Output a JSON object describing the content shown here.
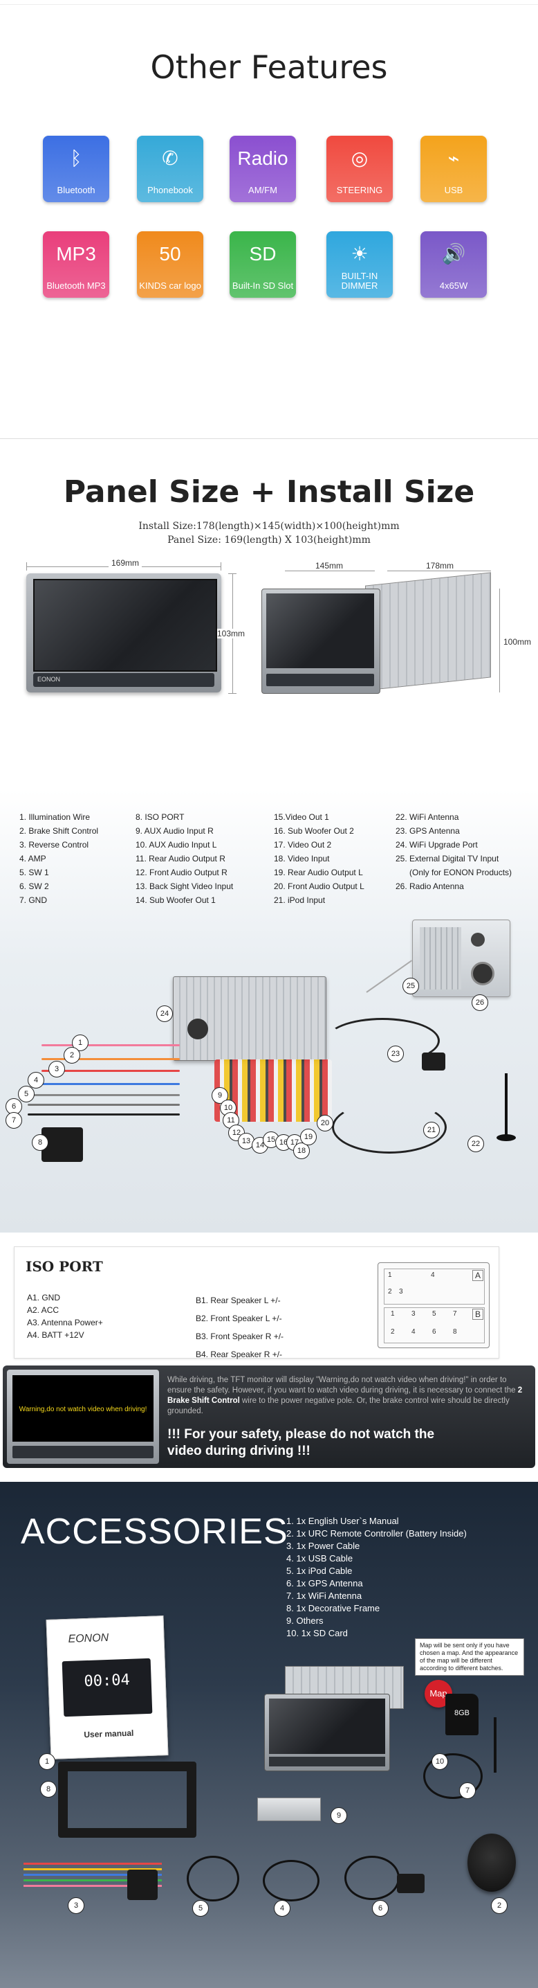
{
  "features": {
    "title": "Other Features",
    "icons": [
      {
        "name": "bluetooth-icon",
        "top": "",
        "label": "Bluetooth",
        "color": "#3c6fe3"
      },
      {
        "name": "phone-icon",
        "top": "",
        "label": "Phonebook",
        "color": "#35a9d8"
      },
      {
        "name": "radio-icon",
        "top": "Radio",
        "label": "AM/FM",
        "color": "#8b4fd0"
      },
      {
        "name": "steering-icon",
        "top": "",
        "label": "STEERING",
        "color": "#f04a3f"
      },
      {
        "name": "usb-icon",
        "top": "",
        "label": "USB",
        "color": "#f4a31c"
      },
      {
        "name": "mp3-icon",
        "top": "MP3",
        "label": "Bluetooth MP3",
        "color": "#e93e7b"
      },
      {
        "name": "car-logo-icon",
        "top": "50",
        "label": "KINDS car logo",
        "color": "#f08a1c"
      },
      {
        "name": "sd-icon",
        "top": "SD",
        "label": "Built-In SD Slot",
        "color": "#3ab54a"
      },
      {
        "name": "bulb-icon",
        "top": "",
        "label": "BUILT-IN DIMMER",
        "color": "#2fa7de"
      },
      {
        "name": "speaker-icon",
        "top": "",
        "label": "4x65W",
        "color": "#7a58c8"
      }
    ]
  },
  "panel": {
    "title": "Panel Size + Install Size",
    "install_size": "Install Size:178(length)×145(width)×100(height)mm",
    "panel_size": "Panel Size: 169(length) X 103(height)mm",
    "dim_169": "169mm",
    "dim_103": "103mm",
    "dim_145": "145mm",
    "dim_178": "178mm",
    "dim_100": "100mm",
    "brand": "EONON"
  },
  "wiring": {
    "col1": [
      "1. Illumination Wire",
      "2. Brake Shift Control",
      "3. Reverse Control",
      "4. AMP",
      "5. SW 1",
      "6. SW 2",
      "7. GND"
    ],
    "col2": [
      "8. ISO PORT",
      "9. AUX Audio Input R",
      "10. AUX Audio Input L",
      "11. Rear Audio Output R",
      "12. Front Audio Output R",
      "13. Back Sight Video Input",
      "14. Sub Woofer Out 1"
    ],
    "col3": [
      "15.Video Out 1",
      "16. Sub Woofer Out 2",
      "17. Video Out 2",
      "18. Video Input",
      "19. Rear Audio Output L",
      "20. Front Audio Output L",
      "21. iPod Input"
    ],
    "col4": [
      "22. WiFi Antenna",
      "23. GPS Antenna",
      "24. WiFi Upgrade Port",
      "25. External Digital TV Input",
      "(Only for EONON Products)",
      "26. Radio Antenna"
    ],
    "callouts": [
      "1",
      "2",
      "3",
      "4",
      "5",
      "6",
      "7",
      "8",
      "9",
      "10",
      "11",
      "12",
      "13",
      "14",
      "15",
      "16",
      "17",
      "18",
      "19",
      "20",
      "21",
      "22",
      "23",
      "24",
      "25",
      "26"
    ]
  },
  "iso": {
    "title": "ISO PORT",
    "a": [
      "A1. GND",
      "A2. ACC",
      "A3. Antenna Power+",
      "A4. BATT +12V"
    ],
    "b": [
      "B1.  Rear Speaker L  +/-",
      "B2.  Front Speaker L  +/-",
      "B3.  Front Speaker R  +/-",
      "B4.  Rear Speaker R  +/-"
    ],
    "pins_a": [
      "1",
      "4",
      "2",
      "3"
    ],
    "letter_a": "A",
    "letter_b": "B",
    "pins_b": [
      "1",
      "3",
      "5",
      "7",
      "2",
      "4",
      "6",
      "8"
    ]
  },
  "warning": {
    "screen_text": "Warning,do not watch video when driving!",
    "paragraph_pre": "While driving, the TFT monitor will display \"Warning,do not watch video when driving!\" in order to ensure the safety. However, if you want to watch video during driving, it is necessary to connect the ",
    "paragraph_bold": "2 Brake Shift Control",
    "paragraph_post": " wire to the power negative pole. Or, the brake control wire should be directly grounded.",
    "headline": "!!! For your safety, please do not watch the video during driving !!!"
  },
  "accessories": {
    "title": "ACCESSORIES",
    "items": [
      "1. 1x English User`s Manual",
      "2. 1x URC Remote Controller (Battery Inside)",
      "3. 1x Power Cable",
      "4. 1x USB Cable",
      "5. 1x iPod Cable",
      "6. 1x GPS Antenna",
      "7. 1x WiFi Antenna",
      "8. 1x Decorative Frame",
      "9. Others",
      "10. 1x SD Card"
    ],
    "map_note": "Map will be sent only if you have chosen a map. And the appearance of the map will be different according to different batches.",
    "manual_title": "User manual",
    "manual_clock": "00:04",
    "brand": "EONON",
    "map_label": "Map",
    "sd_label": "8GB",
    "callouts": [
      "1",
      "2",
      "3",
      "4",
      "5",
      "6",
      "7",
      "8",
      "9",
      "10"
    ]
  }
}
